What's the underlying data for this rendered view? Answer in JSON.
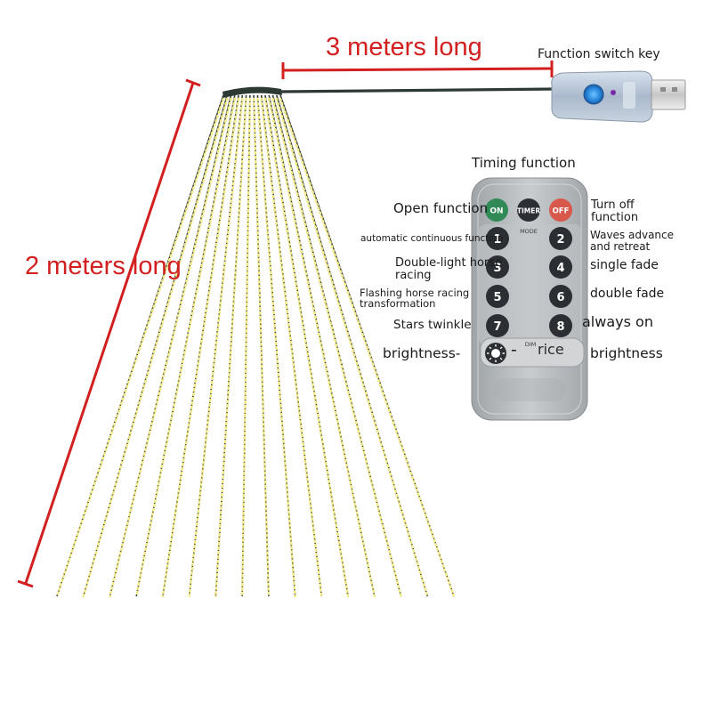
{
  "dimensions": {
    "length_label": "3 meters long",
    "height_label": "2 meters long"
  },
  "usb_plug": {
    "label": "Function switch key"
  },
  "remote": {
    "title": "Timing function",
    "mode_text": "MODE",
    "dim_text": "DIM",
    "buttons": {
      "on": "ON",
      "timer": "TIMER",
      "off": "OFF",
      "b1": "1",
      "b2": "2",
      "b3": "3",
      "b4": "4",
      "b5": "5",
      "b6": "6",
      "b7": "7",
      "b8": "8",
      "minus": "-",
      "plus_fragment": "rice"
    },
    "labels": {
      "open": "Open function",
      "turn_off": "Turn off\nfunction",
      "auto": "automatic continuous function",
      "waves": "Waves advance\nand retreat",
      "double_light": "Double-light horse\nracing",
      "single_fade": "single fade",
      "flashing": "Flashing horse racing\ntransformation",
      "double_fade": "double fade",
      "stars": "Stars twinkle",
      "always_on": "always on",
      "brightness_minus": "brightness-",
      "brightness_plus": "brightness"
    }
  },
  "colors": {
    "accent_red": "#d21f1f",
    "led_warm": "#f2e98a",
    "wire": "#2d3a33",
    "remote_body": "#b9bdc1",
    "btn_on": "#2f8a56",
    "btn_off": "#d9584c",
    "btn_dark": "#2b2e33"
  }
}
